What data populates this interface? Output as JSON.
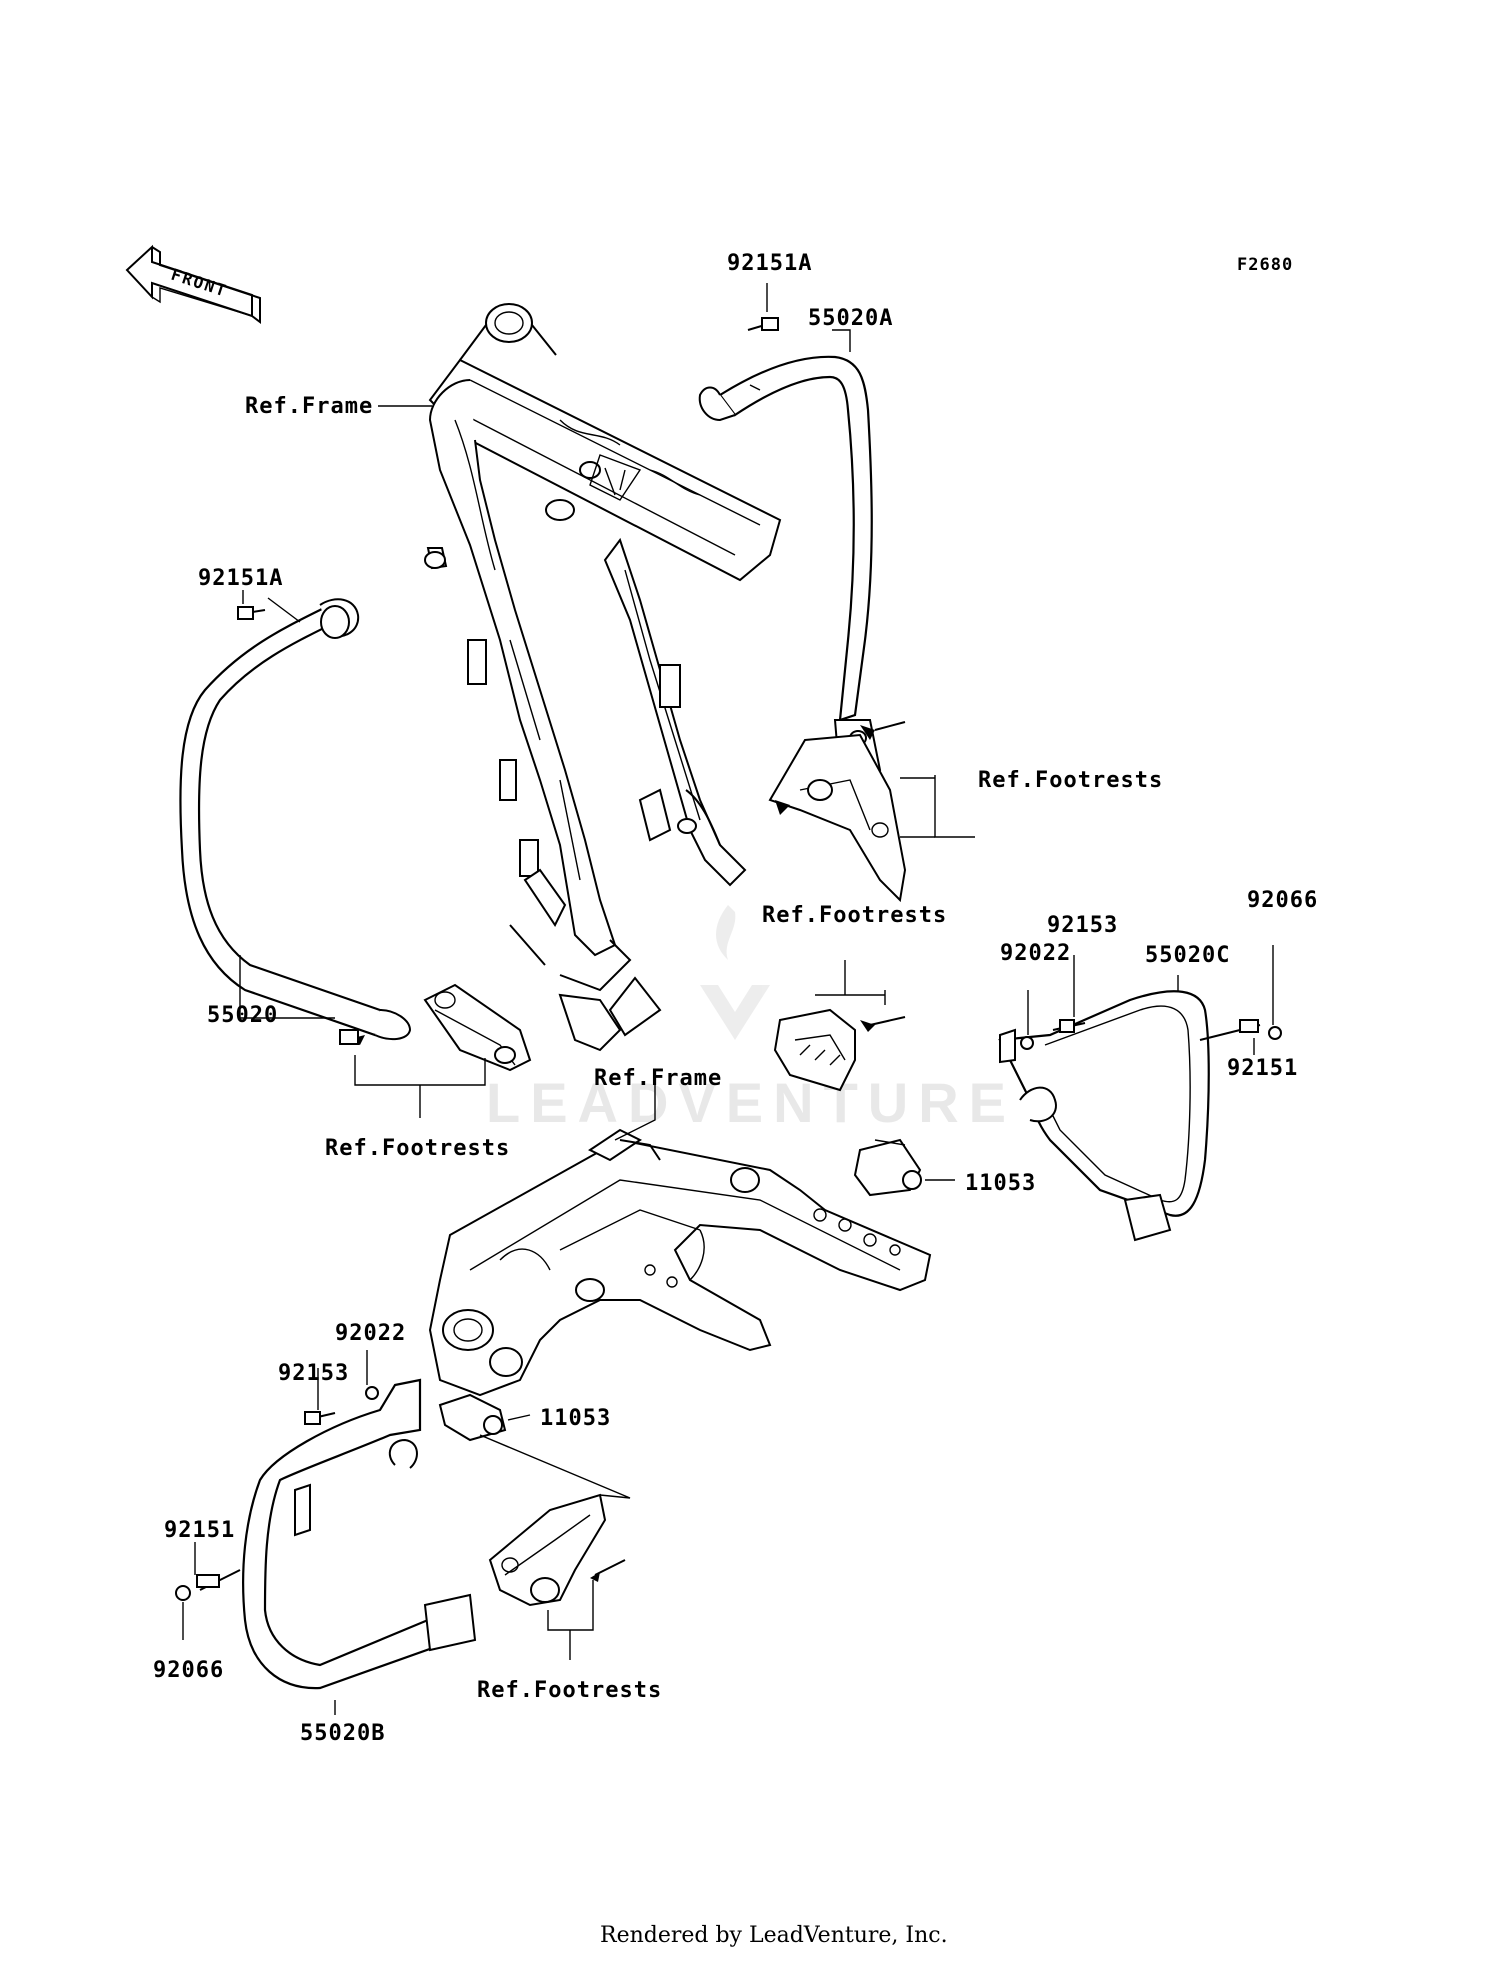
{
  "diagram": {
    "code": "F2680",
    "orientation_label": "FRONT",
    "watermark": "LEADVENTURE",
    "footer": "Rendered by LeadVenture, Inc.",
    "callouts": [
      {
        "id": "c-92151a-top",
        "text": "92151A"
      },
      {
        "id": "c-55020a",
        "text": "55020A"
      },
      {
        "id": "c-ref-frame-top",
        "text": "Ref.Frame"
      },
      {
        "id": "c-92151a-left",
        "text": "92151A"
      },
      {
        "id": "c-ref-footrests-right",
        "text": "Ref.Footrests"
      },
      {
        "id": "c-ref-footrests-mid",
        "text": "Ref.Footrests"
      },
      {
        "id": "c-92153-right",
        "text": "92153"
      },
      {
        "id": "c-92066-right",
        "text": "92066"
      },
      {
        "id": "c-92022-right",
        "text": "92022"
      },
      {
        "id": "c-55020c",
        "text": "55020C"
      },
      {
        "id": "c-92151-right",
        "text": "92151"
      },
      {
        "id": "c-55020",
        "text": "55020"
      },
      {
        "id": "c-ref-frame-mid",
        "text": "Ref.Frame"
      },
      {
        "id": "c-ref-footrests-left",
        "text": "Ref.Footrests"
      },
      {
        "id": "c-11053-right",
        "text": "11053"
      },
      {
        "id": "c-92022-left",
        "text": "92022"
      },
      {
        "id": "c-92153-left",
        "text": "92153"
      },
      {
        "id": "c-11053-left",
        "text": "11053"
      },
      {
        "id": "c-92151-left",
        "text": "92151"
      },
      {
        "id": "c-92066-left",
        "text": "92066"
      },
      {
        "id": "c-ref-footrests-bottom",
        "text": "Ref.Footrests"
      },
      {
        "id": "c-55020b",
        "text": "55020B"
      }
    ]
  }
}
